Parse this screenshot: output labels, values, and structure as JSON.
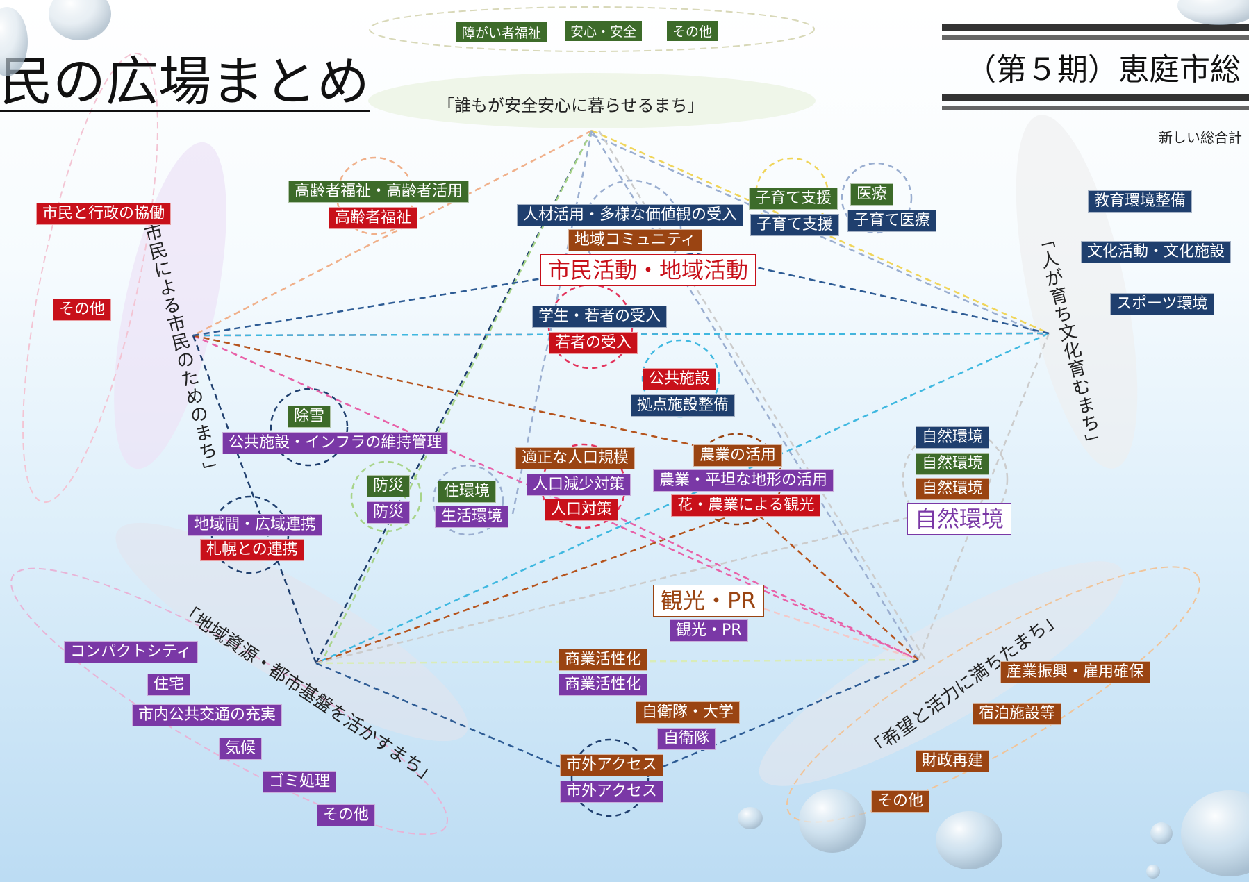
{
  "page": {
    "title": "民の広場まとめ",
    "right_banner": "（第５期）恵庭市総",
    "right_sub": "新しい総合計"
  },
  "top": {
    "small_tags": [
      "障がい者福祉",
      "安心・安全",
      "その他"
    ],
    "vision": "「誰もが安全安心に暮らせるまち」"
  },
  "left": {
    "vision": "「市民による市民のためのまち」",
    "tags": [
      "市民と行政の協働",
      "その他"
    ]
  },
  "right": {
    "vision": "「人が育ち文化育むまち」",
    "tags": [
      "教育環境整備",
      "文化活動・文化施設",
      "スポーツ環境"
    ]
  },
  "bottom_left": {
    "vision": "「地域資源・都市基盤を活かすまち」",
    "tags": [
      "コンパクトシティ",
      "住宅",
      "市内公共交通の充実",
      "気候",
      "ゴミ処理",
      "その他"
    ]
  },
  "bottom_right": {
    "vision": "「希望と活力に満ちたまち」",
    "tags": [
      "産業振興・雇用確保",
      "宿泊施設等",
      "財政再建",
      "その他"
    ]
  },
  "center": {
    "elderly": [
      "高齢者福祉・高齢者活用",
      "高齢者福祉"
    ],
    "childcare": [
      "子育て支援",
      "子育て支援"
    ],
    "medical": [
      "医療",
      "子育て医療"
    ],
    "community": [
      "人材活用・多様な価値観の受入",
      "地域コミュニティ",
      "市民活動・地域活動"
    ],
    "youth": [
      "学生・若者の受入",
      "若者の受入"
    ],
    "facility": [
      "公共施設",
      "拠点施設整備"
    ],
    "snow": "除雪",
    "infra": "公共施設・インフラの維持管理",
    "disaster": [
      "防災",
      "防災"
    ],
    "living": [
      "住環境",
      "生活環境"
    ],
    "population": [
      "適正な人口規模",
      "人口減少対策",
      "人口対策"
    ],
    "agri": [
      "農業の活用",
      "農業・平坦な地形の活用",
      "花・農業による観光"
    ],
    "nature": [
      "自然環境",
      "自然環境",
      "自然環境",
      "自然環境"
    ],
    "region": [
      "地域間・広域連携",
      "札幌との連携"
    ],
    "tourism": [
      "観光・PR",
      "観光・PR"
    ],
    "commerce": [
      "商業活性化",
      "商業活性化"
    ],
    "sdf": [
      "自衛隊・大学",
      "自衛隊"
    ],
    "access": [
      "市外アクセス",
      "市外アクセス"
    ]
  },
  "colors": {
    "green": "#3d6b2a",
    "red": "#c8101a",
    "navy": "#1f3f6e",
    "brown": "#9a4412",
    "purple": "#7a38a6"
  }
}
